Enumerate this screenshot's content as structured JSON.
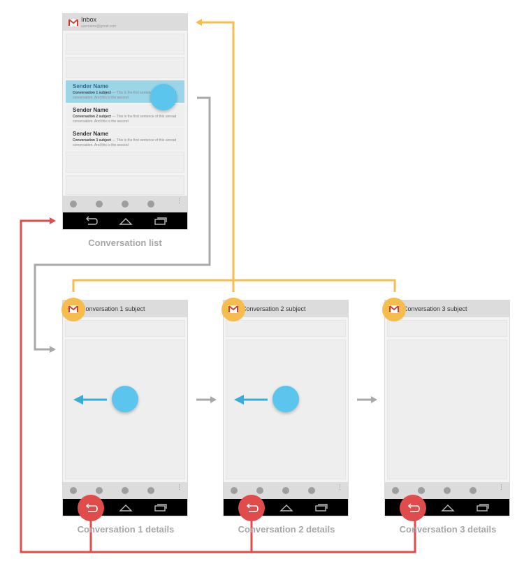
{
  "colors": {
    "yellow": "#f4bd4e",
    "gray": "#a8a8a8",
    "red": "#e04c4c",
    "blue": "#5bc5ee",
    "selected_row": "#9cd5e8"
  },
  "inbox": {
    "title": "Inbox",
    "account": "username@gmail.com",
    "messages": [
      {
        "sender": "Sender Name",
        "subject": "Conversation 1 subject",
        "snippet": " — This is the first sentence of this unread conversation. And this is the second"
      },
      {
        "sender": "Sender Name",
        "subject": "Conversation 2 subject",
        "snippet": " — This is the first sentence of this unread conversation. And this is the second"
      },
      {
        "sender": "Sender Name",
        "subject": "Conversation 3 subject",
        "snippet": " — This is the first sentence of this unread conversation. And this is the second"
      }
    ],
    "overflow_icon": "⋮",
    "caption": "Conversation list"
  },
  "details": [
    {
      "title": "Conversation 1 subject",
      "caption": "Conversation 1 details"
    },
    {
      "title": "Conversation 2 subject",
      "caption": "Conversation 2 details"
    },
    {
      "title": "Conversation 3 subject",
      "caption": "Conversation 3 details"
    }
  ],
  "icons": {
    "app": "gmail-icon",
    "back": "back-arrow-icon",
    "home": "home-icon",
    "recents": "recents-icon",
    "swipe": "swipe-left-arrow-icon"
  }
}
